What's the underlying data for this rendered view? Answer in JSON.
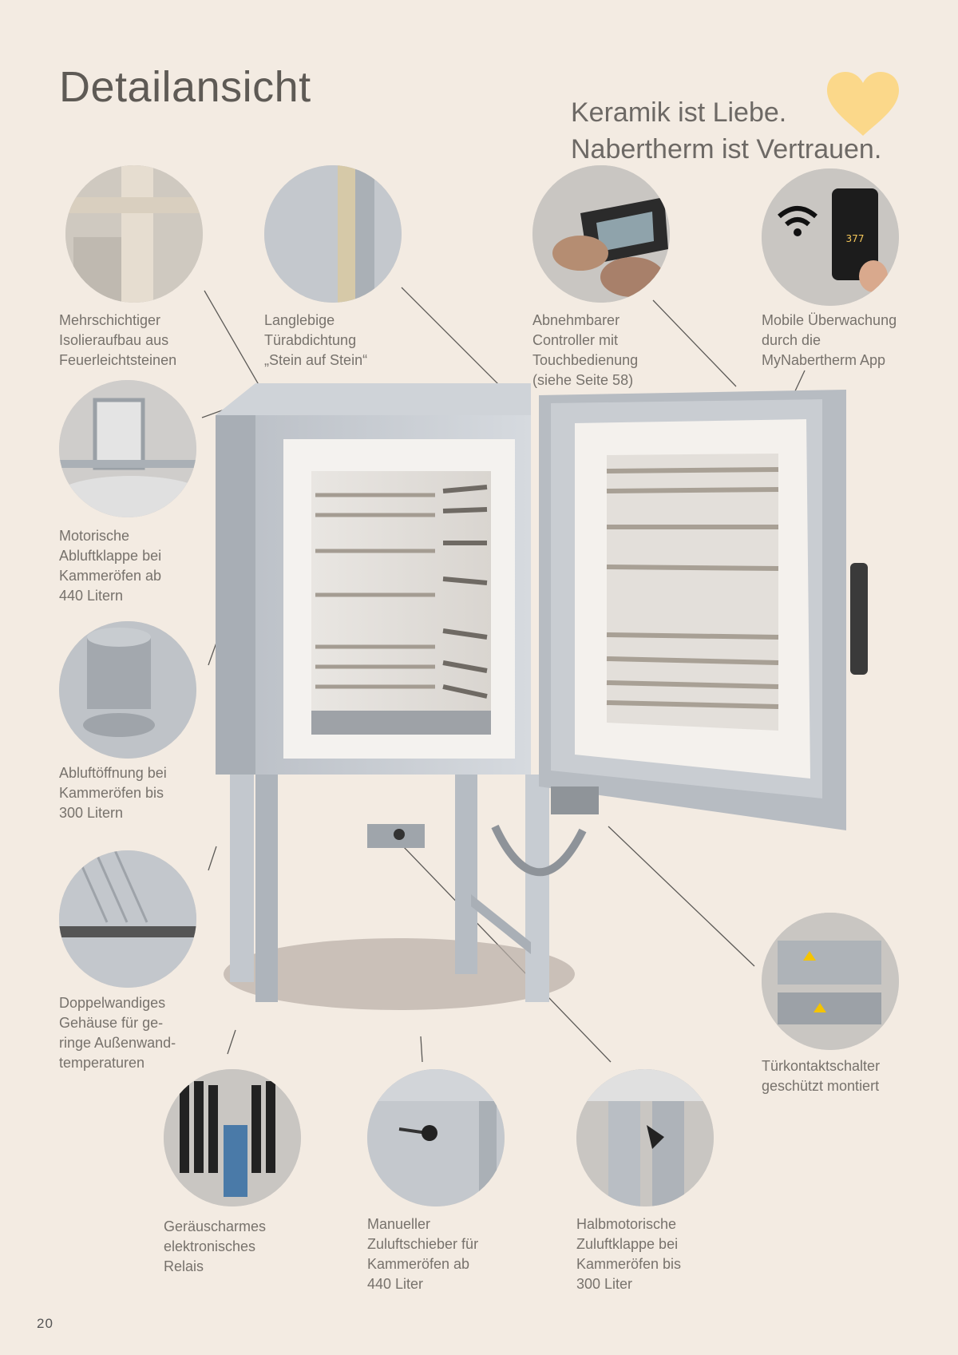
{
  "title": "Detailansicht",
  "slogan": [
    "Keramik ist Liebe.",
    "Nabertherm ist Vertrauen."
  ],
  "heart_color": "#fbd88a",
  "features": [
    {
      "id": "isolieraufbau",
      "lines": [
        "Mehrschichtiger",
        "Isolieraufbau aus",
        "Feuerleichtsteinen"
      ]
    },
    {
      "id": "tuerabdichtung",
      "lines": [
        "Langlebige",
        "Türabdichtung",
        "„Stein auf Stein“"
      ]
    },
    {
      "id": "controller",
      "lines": [
        "Abnehmbarer",
        "Controller mit",
        "Touchbedienung",
        "(siehe Seite 58)"
      ]
    },
    {
      "id": "app",
      "lines": [
        "Mobile Überwachung",
        "durch die",
        "MyNabertherm App"
      ]
    },
    {
      "id": "abluftklappe",
      "lines": [
        "Motorische",
        "Abluftklappe bei",
        "Kammeröfen ab",
        "440 Litern"
      ]
    },
    {
      "id": "abluftoeffnung",
      "lines": [
        "Abluftöffnung bei",
        "Kammeröfen bis",
        "300 Litern"
      ]
    },
    {
      "id": "gehaeuse",
      "lines": [
        "Doppelwandiges",
        "Gehäuse für ge-",
        "ringe Außenwand-",
        "temperaturen"
      ]
    },
    {
      "id": "tuerkontakt",
      "lines": [
        "Türkontaktschalter",
        "geschützt montiert"
      ]
    },
    {
      "id": "relais",
      "lines": [
        "Geräuscharmes",
        "elektronisches",
        "Relais"
      ]
    },
    {
      "id": "zuluftschieber",
      "lines": [
        "Manueller",
        "Zuluftschieber für",
        "Kammeröfen ab",
        "440 Liter"
      ]
    },
    {
      "id": "zuluftklappe",
      "lines": [
        "Halbmotorische",
        "Zuluftklappe bei",
        "Kammeröfen bis",
        "300 Liter"
      ]
    }
  ],
  "app_screen_value": "377",
  "page_number": "20"
}
